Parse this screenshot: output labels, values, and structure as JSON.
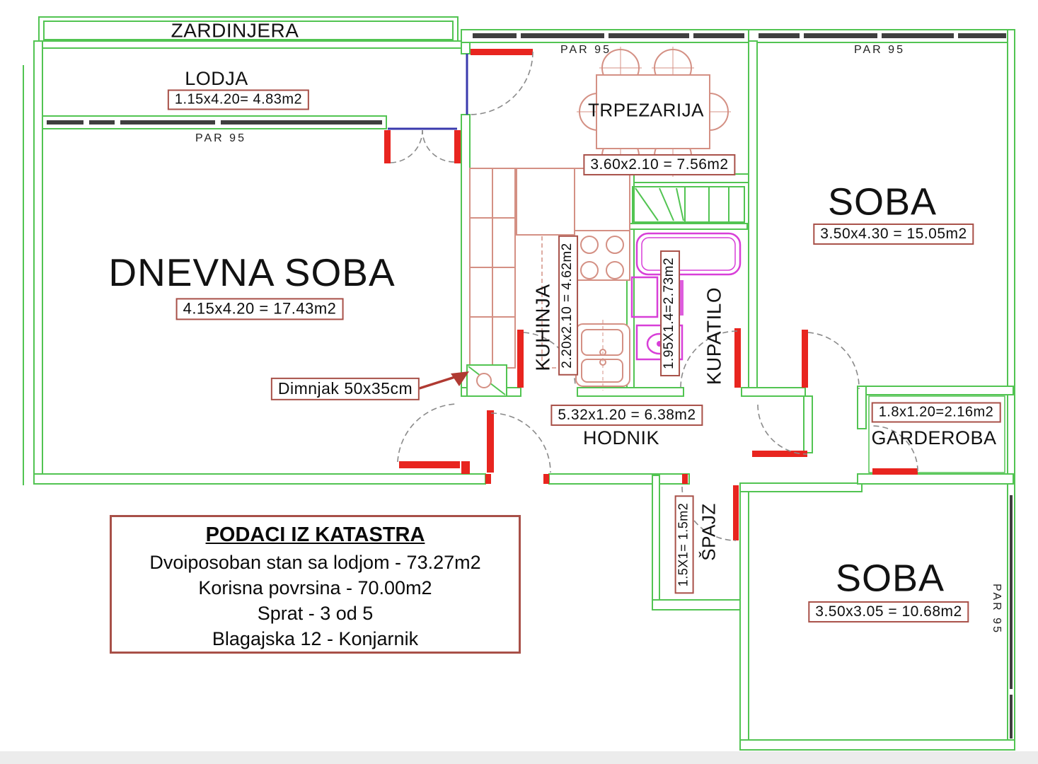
{
  "colors": {
    "wall": "#52c452",
    "door": "#e8251f",
    "furniture": "#d49084",
    "fixture": "#d83fd8",
    "window": "#3f3f3f",
    "threshold": "#3a3aad",
    "dim_border": "#a85048",
    "arc": "#8a8a8a"
  },
  "rooms": {
    "zardinjera": {
      "name": "ZARDINJERA"
    },
    "lodja": {
      "name": "LODJA",
      "dims": "1.15x4.20= 4.83m2"
    },
    "dnevna_soba": {
      "name": "DNEVNA SOBA",
      "dims": "4.15x4.20 = 17.43m2"
    },
    "trpezarija": {
      "name": "TRPEZARIJA",
      "dims": "3.60x2.10 = 7.56m2"
    },
    "soba_gornja": {
      "name": "SOBA",
      "dims": "3.50x4.30 = 15.05m2"
    },
    "kuhinja": {
      "name": "KUHINJA",
      "dims": "2.20x2.10 = 4.62m2"
    },
    "kupatilo": {
      "name": "KUPATILO",
      "dims": "1.95X1.4=2.73m2"
    },
    "hodnik": {
      "name": "HODNIK",
      "dims": "5.32x1.20 = 6.38m2"
    },
    "garderoba": {
      "name": "GARDEROBA",
      "dims": "1.8x1.20=2.16m2"
    },
    "spajz": {
      "name": "ŠPAJZ",
      "dims": "1.5X1= 1.5m2"
    },
    "soba_donja": {
      "name": "SOBA",
      "dims": "3.50x3.05 = 10.68m2"
    }
  },
  "annotations": {
    "par95": "PAR 95",
    "dimnjak": "Dimnjak 50x35cm"
  },
  "kataster": {
    "title": "PODACI IZ KATASTRA",
    "lines": [
      "Dvoiposoban stan sa lodjom - 73.27m2",
      "Korisna povrsina - 70.00m2",
      "Sprat - 3 od 5",
      "Blagajska 12 - Konjarnik"
    ]
  }
}
